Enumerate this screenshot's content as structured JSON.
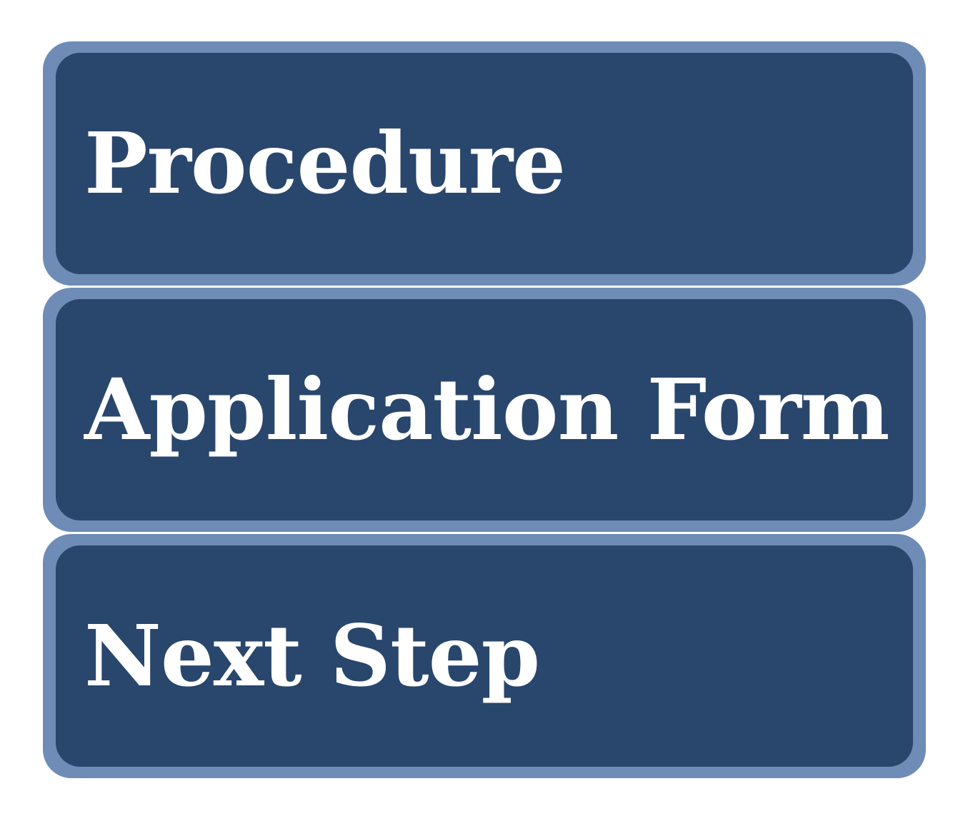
{
  "diagram": {
    "blocks": [
      {
        "label": "Procedure"
      },
      {
        "label": "Application Form"
      },
      {
        "label": "Next Step"
      }
    ],
    "colors": {
      "outer_border": "#6f8cb6",
      "inner_fill": "#29466d",
      "text": "#ffffff",
      "background": "#ffffff"
    }
  }
}
